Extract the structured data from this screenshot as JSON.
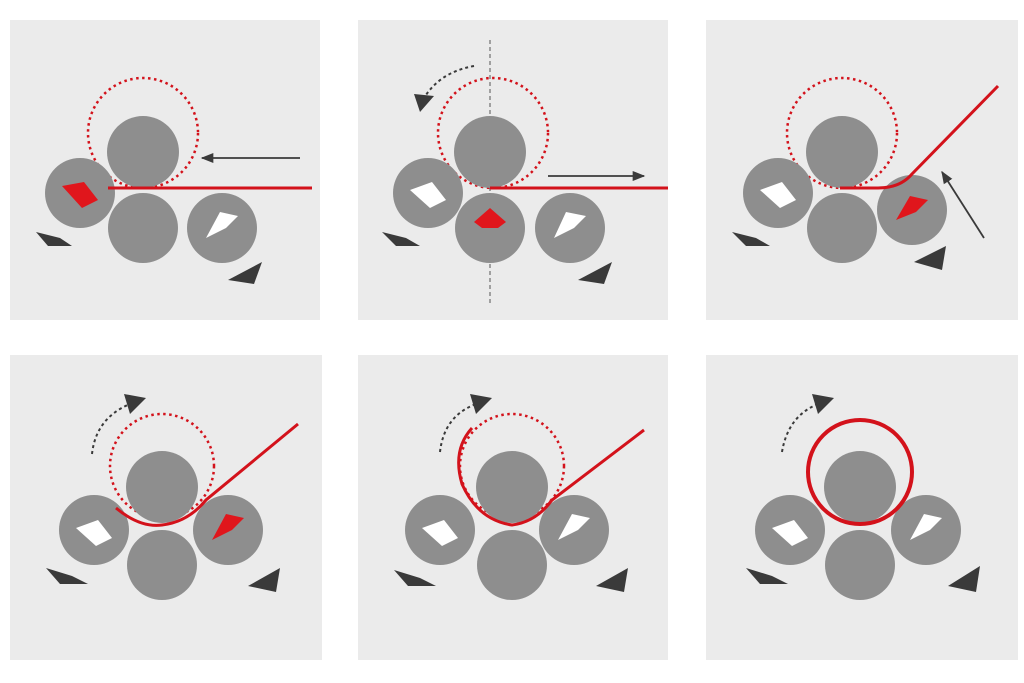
{
  "colors": {
    "page_background": "#ffffff",
    "panel_background": "#ebebeb",
    "roll": "#8e8e8e",
    "active_marker": "#e0161c",
    "inactive_marker": "#ffffff",
    "workpiece": "#d3121b",
    "direction_arrow": "#3a3a3a",
    "axis_line": "#555555"
  },
  "diagram": {
    "description_steps": [
      {
        "step": 1,
        "active_roll": "left",
        "feed": "in-from-right",
        "bend": "none",
        "rotation": "none"
      },
      {
        "step": 2,
        "active_roll": "bottom",
        "feed": "out-to-right",
        "bend": "none",
        "rotation": "counter-clockwise",
        "center_axis": true
      },
      {
        "step": 3,
        "active_roll": "right",
        "feed": "right-roll-up",
        "bend": "pre-bend-right",
        "rotation": "none"
      },
      {
        "step": 4,
        "active_roll": "right",
        "feed": "none",
        "bend": "pre-bend-both-ends",
        "rotation": "clockwise"
      },
      {
        "step": 5,
        "active_roll": "none",
        "feed": "none",
        "bend": "partial-circle",
        "rotation": "clockwise"
      },
      {
        "step": 6,
        "active_roll": "none",
        "feed": "none",
        "bend": "full-circle",
        "rotation": "clockwise"
      }
    ],
    "icons": [
      "roll-icon",
      "arrow-marker-icon",
      "direction-arrow-icon",
      "rotation-arrow-icon"
    ]
  }
}
